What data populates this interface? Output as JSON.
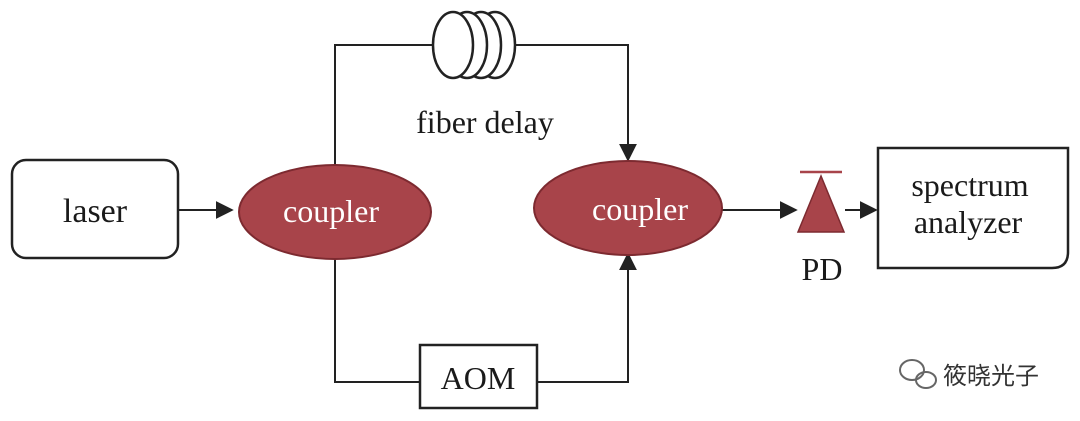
{
  "nodes": {
    "laser": "laser",
    "coupler_left": "coupler",
    "coupler_right": "coupler",
    "aom": "AOM",
    "spectrum_line1": "spectrum",
    "spectrum_line2": "analyzer",
    "pd": "PD"
  },
  "labels": {
    "fiber_delay": "fiber delay"
  },
  "watermark": {
    "text": "筱晓光子",
    "icon": "wechat-icon"
  },
  "colors": {
    "coupler_fill": "#a8444a",
    "coupler_stroke": "#7d2a30",
    "pd_fill": "#a8444a",
    "line": "#222222"
  }
}
